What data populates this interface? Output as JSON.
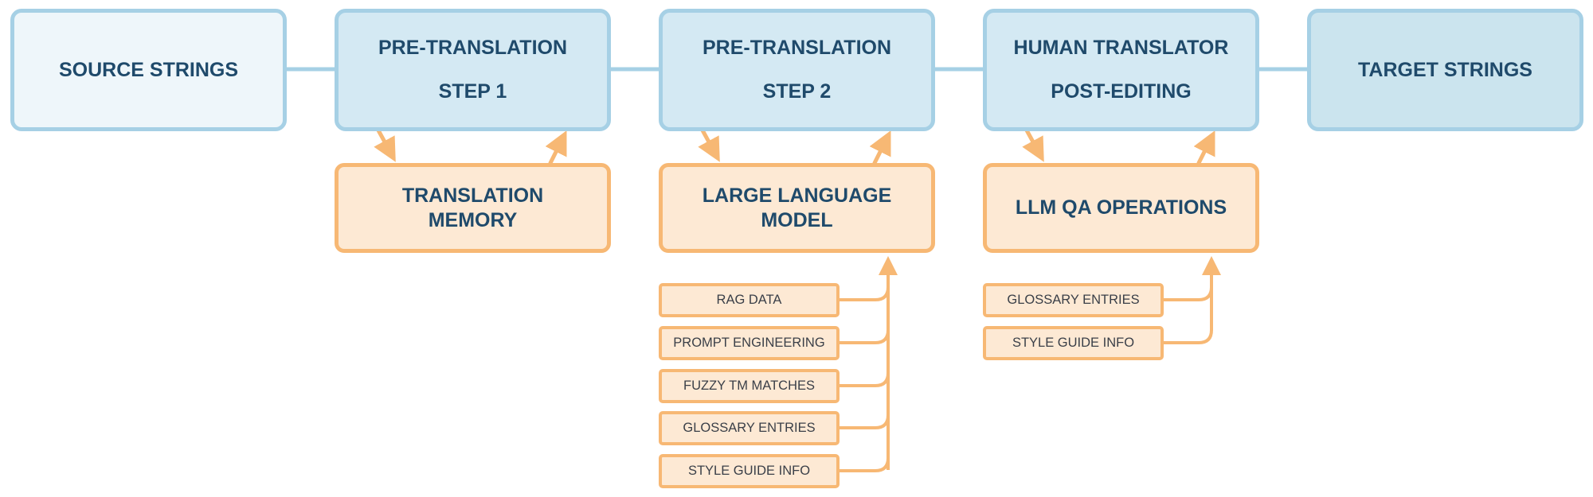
{
  "pipeline": {
    "source": "SOURCE STRINGS",
    "step1": {
      "line1": "PRE-TRANSLATION",
      "line2": "STEP 1"
    },
    "step2": {
      "line1": "PRE-TRANSLATION",
      "line2": "STEP 2"
    },
    "human": {
      "line1": "HUMAN TRANSLATOR",
      "line2": "POST-EDITING"
    },
    "target": "TARGET STRINGS"
  },
  "resources": {
    "translation_memory": {
      "line1": "TRANSLATION",
      "line2": "MEMORY"
    },
    "llm": {
      "line1": "LARGE LANGUAGE",
      "line2": "MODEL"
    },
    "llm_qa": "LLM QA OPERATIONS"
  },
  "llm_inputs": [
    "RAG DATA",
    "PROMPT ENGINEERING",
    "FUZZY TM MATCHES",
    "GLOSSARY ENTRIES",
    "STYLE GUIDE INFO"
  ],
  "qa_inputs": [
    "GLOSSARY ENTRIES",
    "STYLE GUIDE INFO"
  ],
  "colors": {
    "pipeline_fill": "#d4e9f3",
    "pipeline_border": "#a6d0e5",
    "resource_fill": "#fde9d4",
    "resource_border": "#f7b874",
    "text": "#1f4a6b"
  }
}
